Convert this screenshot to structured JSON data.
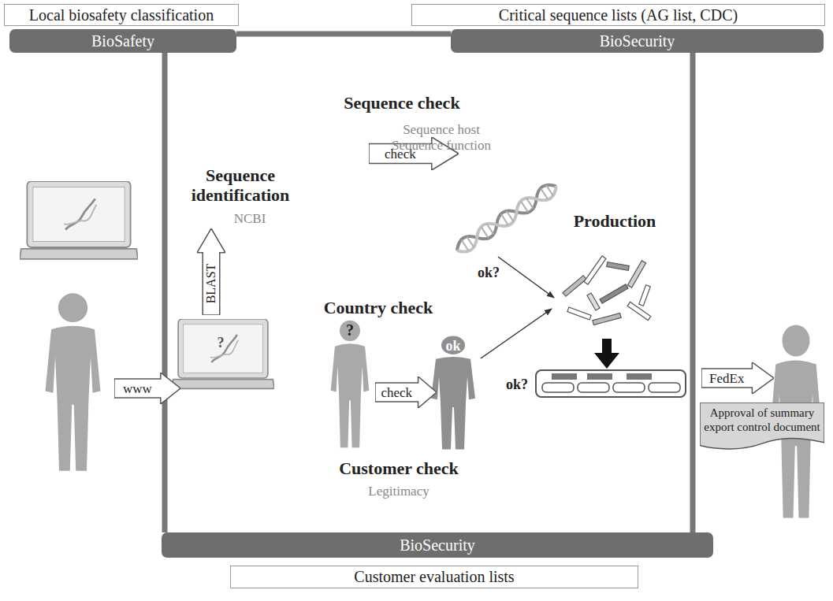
{
  "diagram": {
    "nodes": [
      {
        "text": [
          "Local biosafety classification"
        ]
      },
      {
        "text": [
          "Critical sequence lists (AG list, CDC)"
        ]
      },
      {
        "text": [
          "BioSafety"
        ]
      },
      {
        "text": [
          "BioSecurity"
        ]
      },
      {
        "text": [
          "www"
        ]
      },
      {
        "text": [
          "BLAST"
        ]
      },
      {
        "text": [
          "check"
        ]
      },
      {
        "text": [
          "check"
        ]
      },
      {
        "text": [
          "FedEx"
        ]
      },
      {
        "text": [
          "Approval of summary export control document"
        ]
      },
      {
        "text": [
          "BioSecurity"
        ]
      },
      {
        "text": [
          "Customer evaluation lists"
        ]
      }
    ],
    "edges": [
      {
        "from": 2,
        "to": 3,
        "arrow": "none"
      },
      {
        "from": 2,
        "to": 10,
        "arrow": "none"
      },
      {
        "from": 3,
        "to": 10,
        "arrow": "none"
      }
    ],
    "labels": [
      "Sequence check",
      "Sequence host Sequence function",
      "Sequence identification",
      "NCBI",
      "Production",
      "ok?",
      "?",
      "Country check",
      "?",
      "ok",
      "ok?",
      "Customer check",
      "Legitimacy"
    ]
  }
}
